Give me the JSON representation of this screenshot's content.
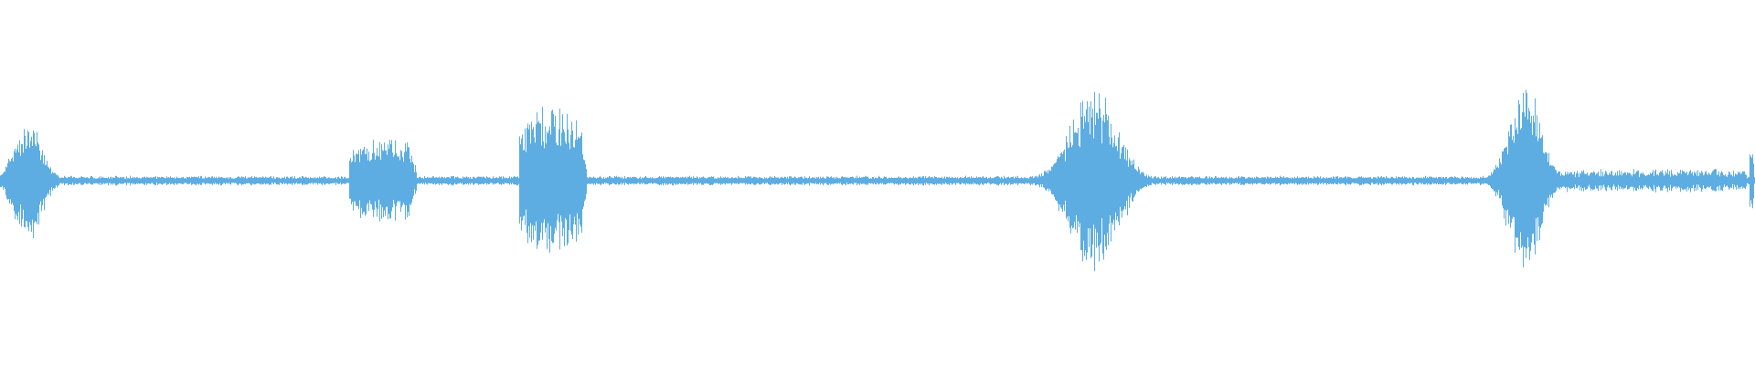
{
  "waveform": {
    "color": "#5dade2",
    "background": "#ffffff",
    "baseline_amplitude": 0.05,
    "bursts": [
      {
        "center": 0.016,
        "amplitude": 0.68,
        "width": 0.014,
        "shape": "swell"
      },
      {
        "center": 0.218,
        "amplitude": 0.46,
        "width": 0.016,
        "shape": "block"
      },
      {
        "center": 0.315,
        "amplitude": 0.78,
        "width": 0.016,
        "shape": "block"
      },
      {
        "center": 0.623,
        "amplitude": 0.98,
        "width": 0.024,
        "shape": "swell"
      },
      {
        "center": 0.869,
        "amplitude": 1.0,
        "width": 0.016,
        "shape": "swell"
      }
    ],
    "tail_noise": {
      "start": 0.885,
      "end": 0.995,
      "amplitude": 0.12
    },
    "end_spike": {
      "position": 0.998,
      "amplitude": 0.28
    }
  }
}
